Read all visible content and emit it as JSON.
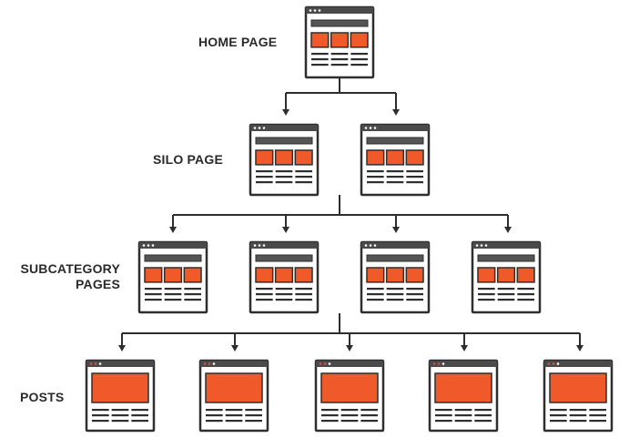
{
  "levels": {
    "home": {
      "label": "HOME PAGE"
    },
    "silo": {
      "label": "SILO PAGE"
    },
    "subcategory": {
      "label_line1": "SUBCATEGORY",
      "label_line2": "PAGES"
    },
    "posts": {
      "label": "POSTS"
    }
  },
  "counts": {
    "home": 1,
    "silo": 2,
    "subcategory": 4,
    "posts": 5
  },
  "colors": {
    "outline": "#2e2e2e",
    "titlebar": "#4a4a4a",
    "accent": "#f05a2b",
    "bar": "#555555",
    "background": "#ffffff"
  },
  "icons": {
    "page": "page-wireframe-icon",
    "post": "post-wireframe-icon",
    "connector": "arrow-down-icon"
  }
}
